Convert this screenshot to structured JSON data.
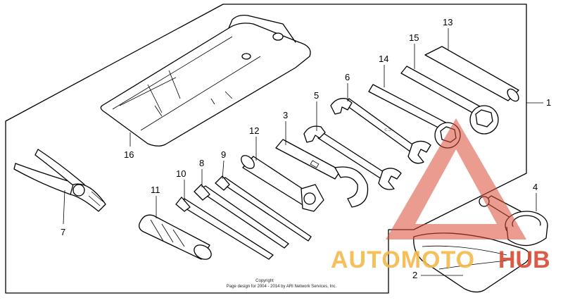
{
  "callouts": {
    "c1": "1",
    "c2": "2",
    "c3": "3",
    "c4": "4",
    "c5": "5",
    "c6": "6",
    "c7": "7",
    "c8": "8",
    "c9": "9",
    "c10": "10",
    "c11": "11",
    "c12": "12",
    "c13": "13",
    "c14": "14",
    "c15": "15",
    "c16": "16"
  },
  "copyright": {
    "line1": "Copyright",
    "line2": "Page design for 2004 - 2014 by ARI Network Services, Inc."
  },
  "watermark": {
    "part1": "AUTOMOTO",
    "part2": "HUB",
    "color_primary": "#d94a34",
    "color_secondary": "#f6b94a"
  }
}
